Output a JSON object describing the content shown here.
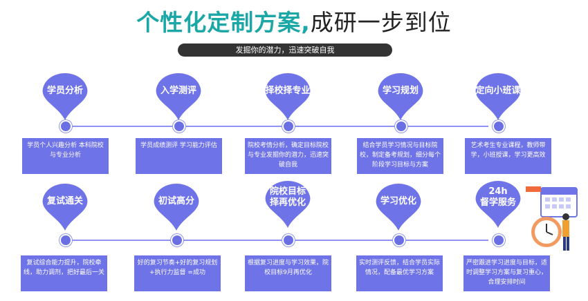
{
  "title": {
    "highlight": "个性化定制方案,",
    "rest": "成研一步到位"
  },
  "subtitle": "发掘你的潜力，迅速突破自我",
  "row1": [
    {
      "label": "学员分析",
      "desc": "学员个人兴趣分析 本科院校与专业分析"
    },
    {
      "label": "入学测评",
      "desc": "学员成绩测评 学习能力评估"
    },
    {
      "label": "择校择专业",
      "desc": "院校考情分析，确定目标院校与专业发掘你的潜力，迅速突破自我"
    },
    {
      "label": "学习规划",
      "desc": "结合学员学习情况与目标院校，制定备考规划，细分每个阶段学习目标与方案"
    },
    {
      "label": "定向小班课",
      "desc": "艺术考生专业课程，教师带学，小班授课，学习更高效"
    }
  ],
  "row2": [
    {
      "label": "复试通关",
      "desc": "复试综合能力提升，院校牵线，助力调剂，把好最后一关"
    },
    {
      "label": "初试高分",
      "desc": "好的复习节奏+好的复习规划+执行力监督 =成功"
    },
    {
      "label": "院校目标择再优化",
      "label_l1": "院校目标",
      "label_l2": "择再优化",
      "desc": "根据复习进度与学习效果，院校目标9月再优化"
    },
    {
      "label": "学习优化",
      "desc": "实时测评反馈，结合学员实际情况，配备最优学习方案"
    },
    {
      "label": "24h督学服务",
      "label_l1": "24h",
      "label_l2": "督学服务",
      "desc": "严密跟进学习进度与目标，适时调整学习方案与复习重心，合理安排时间"
    }
  ],
  "colors": {
    "accent": "#1aa7a6",
    "drop": "#6f73e8",
    "box": "#6f73e8",
    "line": "#8e92f2"
  },
  "icons": [
    "calendar-clock-illustration"
  ]
}
